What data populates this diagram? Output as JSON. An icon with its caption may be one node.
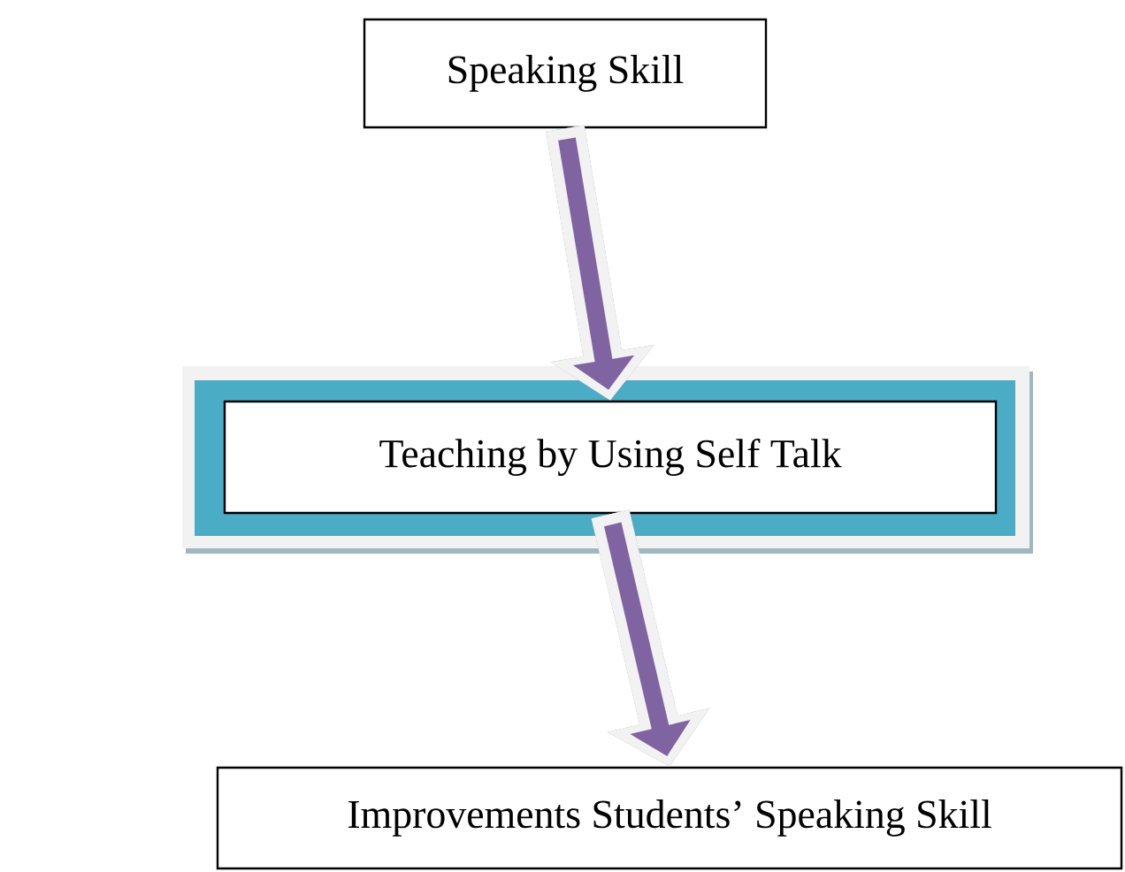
{
  "diagram": {
    "nodes": [
      {
        "text": [
          "Speaking Skill"
        ]
      },
      {
        "text": [
          "Teaching by Using Self Talk"
        ]
      },
      {
        "text": [
          "Improvements Students’ Speaking Skill"
        ]
      }
    ],
    "edges": [
      {
        "from": 0,
        "to": 1,
        "arrow": "to"
      },
      {
        "from": 1,
        "to": 2,
        "arrow": "to"
      }
    ]
  }
}
